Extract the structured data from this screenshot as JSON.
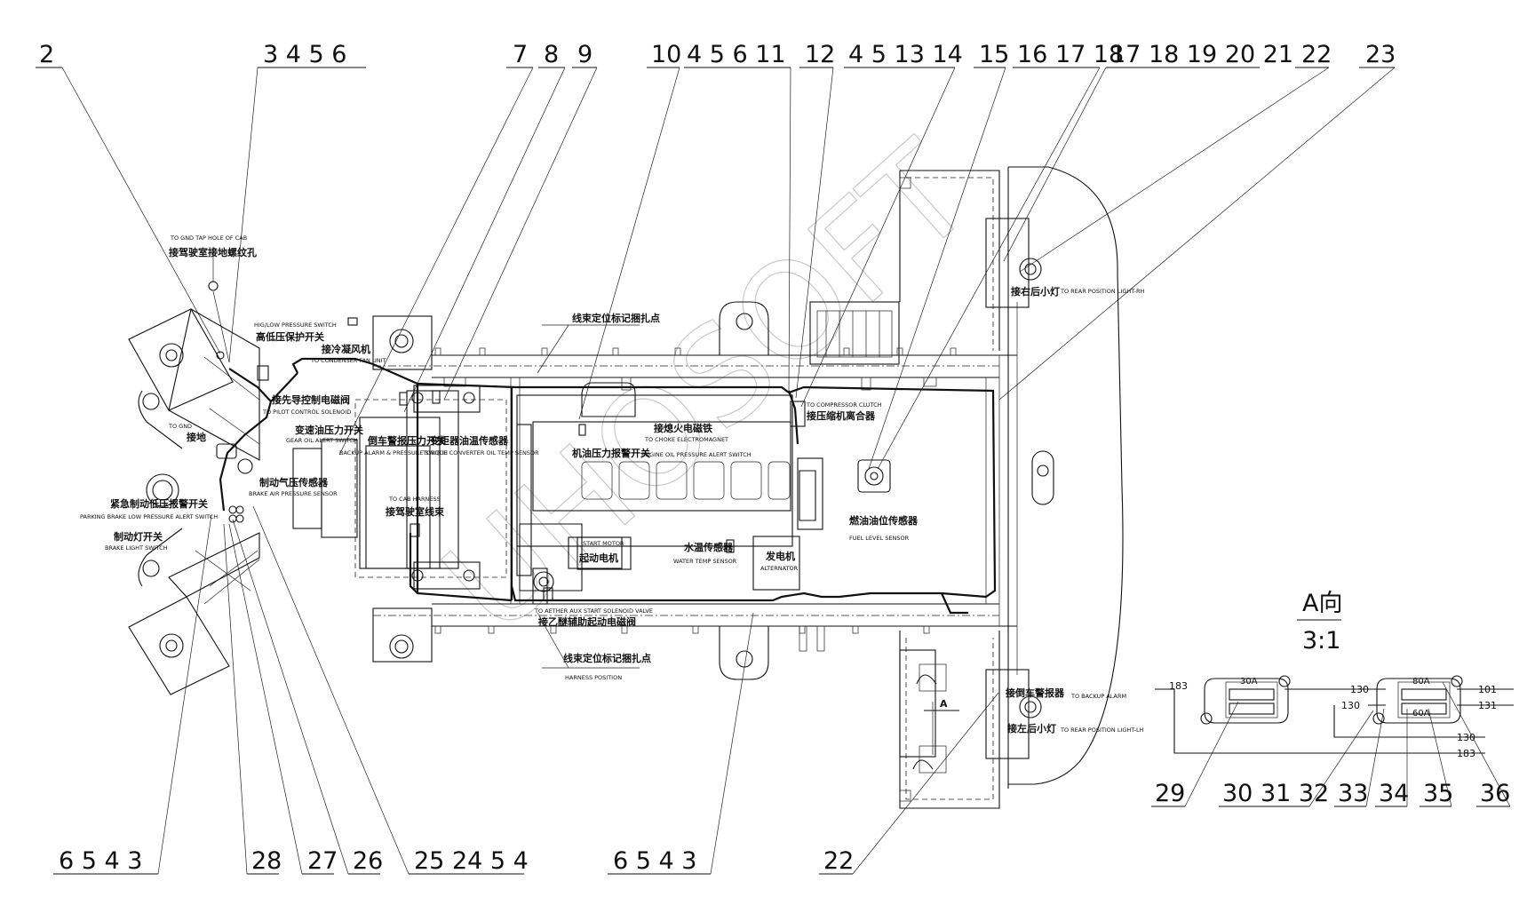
{
  "callouts_top": [
    {
      "id": "c2",
      "text": "2"
    },
    {
      "id": "c3456",
      "text": "3  4  5  6"
    },
    {
      "id": "c7",
      "text": "7"
    },
    {
      "id": "c8",
      "text": "8"
    },
    {
      "id": "c9",
      "text": "9"
    },
    {
      "id": "c10",
      "text": "10"
    },
    {
      "id": "c45611",
      "text": "4  5  6  11"
    },
    {
      "id": "c12",
      "text": "12"
    },
    {
      "id": "c451314",
      "text": "4  5  13  14"
    },
    {
      "id": "c15",
      "text": "15"
    },
    {
      "id": "c161718",
      "text": "16  17  18"
    },
    {
      "id": "c1718192021",
      "text": "17  18  19  20  21"
    },
    {
      "id": "c22t",
      "text": "22"
    },
    {
      "id": "c23",
      "text": "23"
    }
  ],
  "callouts_bottom": [
    {
      "id": "b6543a",
      "text": "6  5  4  3"
    },
    {
      "id": "b28",
      "text": "28"
    },
    {
      "id": "b27",
      "text": "27"
    },
    {
      "id": "b26",
      "text": "26"
    },
    {
      "id": "b252454",
      "text": "25  24  5  4"
    },
    {
      "id": "b6543b",
      "text": "6  5  4  3"
    },
    {
      "id": "b22",
      "text": "22"
    },
    {
      "id": "b29",
      "text": "29"
    },
    {
      "id": "b303132",
      "text": "30  31  32"
    },
    {
      "id": "b33",
      "text": "33"
    },
    {
      "id": "b34",
      "text": "34"
    },
    {
      "id": "b35",
      "text": "35"
    },
    {
      "id": "b36",
      "text": "36"
    }
  ],
  "labels": {
    "gnd_cab_en": "TO GND TAP HOLE OF CAB",
    "gnd_cab_cn": "接驾驶室接地螺纹孔",
    "hilo_en": "HIG/LOW PRESSURE SWITCH",
    "hilo_cn": "高低压保护开关",
    "condenser_cn": "接冷凝风机",
    "condenser_en": "TO CONDENSER FAN UNIT",
    "pilot_cn": "接先导控制电磁阀",
    "pilot_en": "TO PILOT CONTROL SOLENOID",
    "gnd_en": "TO GND",
    "gnd_cn": "接地",
    "gearoil_cn": "变速油压力开关",
    "gearoil_en": "GEAR OIL ALERT SWITCH",
    "backup_cn": "倒车警报压力开关",
    "backup_en": "BACKUP  ALARM & PRESSURE SWITCH",
    "tcoil_cn": "变矩器油温传感器",
    "tcoil_en": "TORQUE CONVERTER OIL TEMP SENSOR",
    "harness_mark_cn": "线束定位标记捆扎点",
    "choke_cn": "接熄火电磁铁",
    "choke_en": "TO CHOKE ELECTROMAGNET",
    "eop_cn": "机油压力报警开关",
    "eop_en": "ENGINE OIL PRESSURE ALERT SWITCH",
    "comp_en": "TO COMPRESSOR CLUTCH",
    "comp_cn": "接压缩机离合器",
    "brakeair_cn": "制动气压传感器",
    "brakeair_en": "BRAKE AIR PRESSURE  SENSOR",
    "park_cn": "紧急制动低压报警开关",
    "park_en": "PARKING BRAKE LOW PRESSURE ALERT SWITCH",
    "brakelight_cn": "制动灯开关",
    "brakelight_en": "BRAKE LIGHT SWITCH",
    "cabh_en": "TO CAB HARNESS",
    "cabh_cn": "接驾驶室线束",
    "start_en": "START MOTOR",
    "start_cn": "起动电机",
    "water_cn": "水温传感器",
    "water_en": "WATER TEMP SENSOR",
    "alt_cn": "发电机",
    "alt_en": "ALTERNATOR",
    "fuel_cn": "燃油油位传感器",
    "fuel_en": "FUEL LEVEL SENSOR",
    "ether_en": "TO AETHER AUX START SOLENOID VALVE",
    "ether_cn": "接乙醚辅助起动电磁阀",
    "harness_mark2_cn": "线束定位标记捆扎点",
    "harness_pos_en": "HARNESS POSITION",
    "rear_rh_cn": "接右后小灯",
    "rear_rh_en": "TO REAR POSITION LIGHT-RH",
    "alarm_cn": "接倒车警报器",
    "alarm_en": "TO BACKUP ALARM",
    "rear_lh_cn": "接左后小灯",
    "rear_lh_en": "TO REAR POSITION LIGHT-LH",
    "view_a_small": "A",
    "view_title": "A向",
    "view_scale": "3:1",
    "watermark": "UHOSOFT"
  },
  "detail": {
    "fuse_left": "30A",
    "fuse_right_top": "80A",
    "fuse_right_bottom": "60A",
    "wire_183_left": "183",
    "wire_130_top": "130",
    "wire_130_mid": "130",
    "wire_101": "101",
    "wire_131": "131",
    "wire_130_bot": "130",
    "wire_183_bot": "183"
  }
}
